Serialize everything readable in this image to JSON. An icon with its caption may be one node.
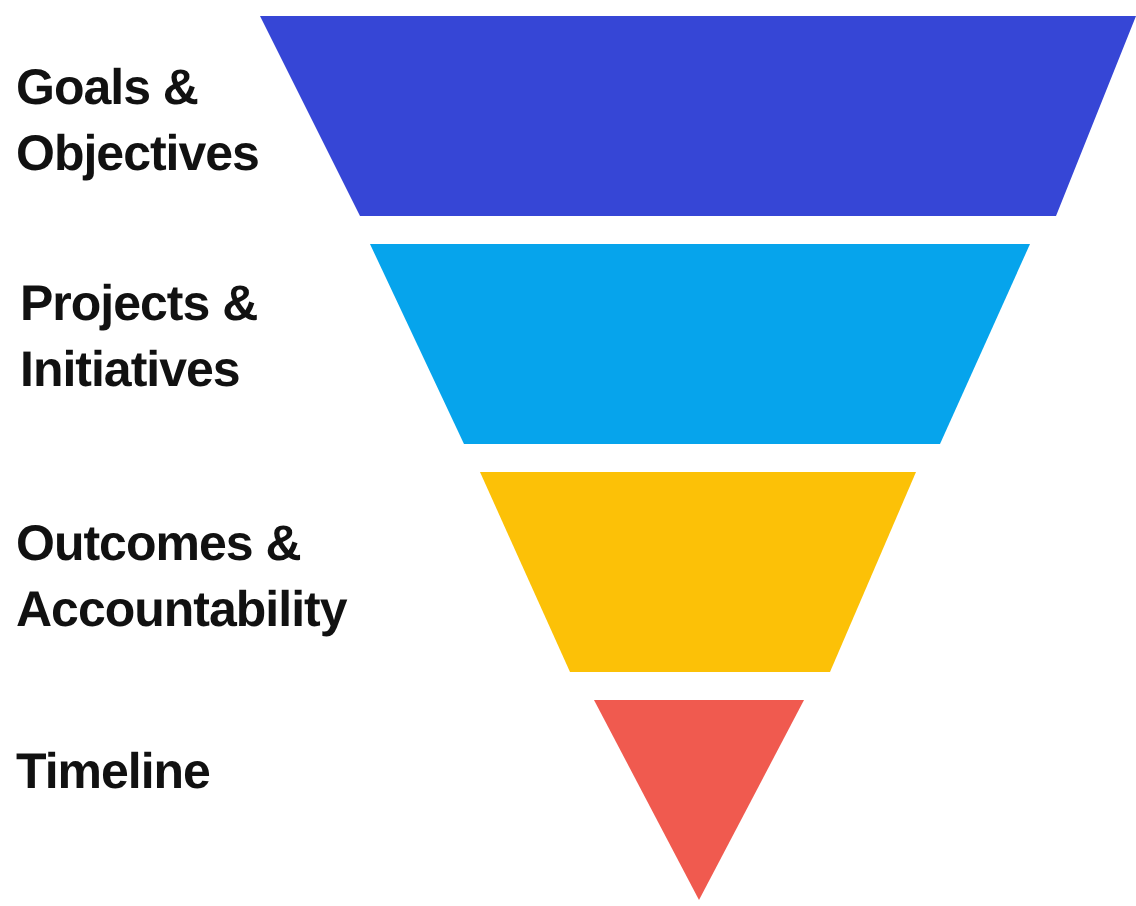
{
  "diagram": {
    "nodes": [
      {
        "text": [],
        "shape": "trapezoid"
      },
      {
        "text": [],
        "shape": "trapezoid"
      },
      {
        "text": [],
        "shape": "trapezoid"
      },
      {
        "text": [],
        "shape": "triangle"
      }
    ],
    "labels": [
      "Goals & Objectives",
      "Projects & Initiatives",
      "Outcomes & Accountability",
      "Timeline"
    ]
  }
}
